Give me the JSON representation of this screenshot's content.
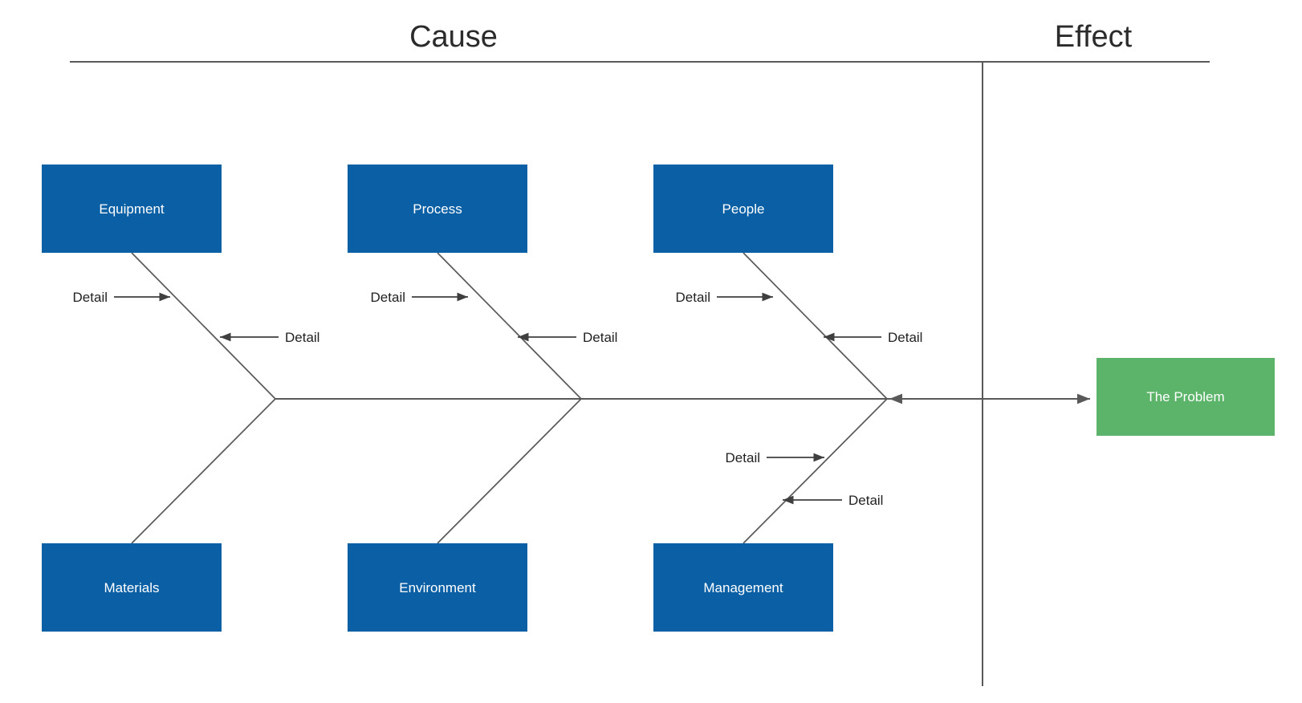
{
  "header": {
    "cause_title": "Cause",
    "effect_title": "Effect"
  },
  "colors": {
    "category_box": "#0a5fa5",
    "effect_box": "#5cb46a",
    "line": "#595959",
    "text_dark": "#2b2b2b",
    "text_light": "#ffffff"
  },
  "categories": {
    "top": [
      {
        "label": "Equipment"
      },
      {
        "label": "Process"
      },
      {
        "label": "People"
      }
    ],
    "bottom": [
      {
        "label": "Materials"
      },
      {
        "label": "Environment"
      },
      {
        "label": "Management"
      }
    ]
  },
  "details": {
    "equipment_upper": "Detail",
    "equipment_lower": "Detail",
    "process_upper": "Detail",
    "process_lower": "Detail",
    "people_upper": "Detail",
    "people_lower": "Detail",
    "management_upper": "Detail",
    "management_lower": "Detail"
  },
  "effect": {
    "label": "The Problem"
  }
}
